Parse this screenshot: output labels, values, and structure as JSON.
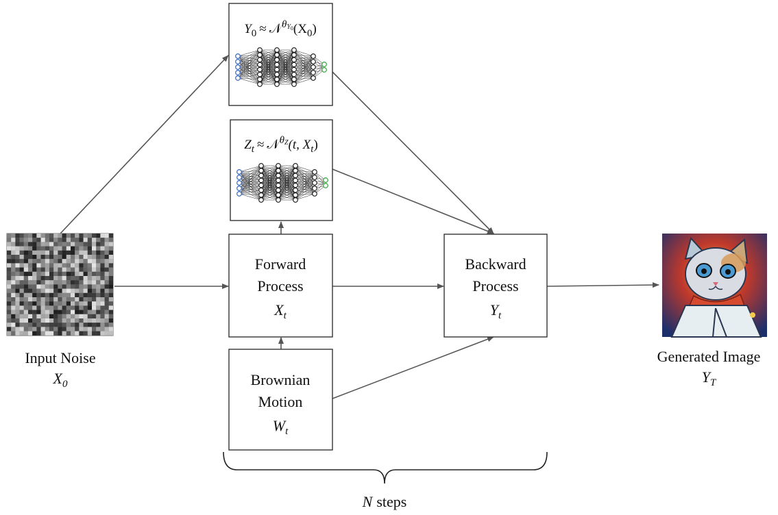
{
  "labels": {
    "input_noise": "Input Noise",
    "input_symbol": "X",
    "input_sub": "0",
    "forward_line1": "Forward",
    "forward_line2": "Process",
    "forward_symbol": "X",
    "forward_sub": "t",
    "backward_line1": "Backward",
    "backward_line2": "Process",
    "backward_symbol": "Y",
    "backward_sub": "t",
    "brownian_line1": "Brownian",
    "brownian_line2": "Motion",
    "brownian_symbol": "W",
    "brownian_sub": "t",
    "generated_image": "Generated Image",
    "generated_symbol": "Y",
    "generated_sub": "T",
    "steps_symbol": "N",
    "steps_text": "steps"
  },
  "nets": {
    "y0": {
      "lhs": "Y",
      "lhs_sub": "0",
      "approx": "≈",
      "script_n": "𝒩",
      "theta": "θ",
      "theta_sub": "Y",
      "theta_subsub": "0",
      "args": "(X",
      "args_sub": "0",
      "args_close": ")"
    },
    "zt": {
      "lhs": "Z",
      "lhs_sub": "t",
      "approx": "≈",
      "script_n": "𝒩",
      "theta": "θ",
      "theta_sub": "Z",
      "args": "(t, X",
      "args_sub": "t",
      "args_close": ")"
    }
  },
  "colors": {
    "box_border": "#333333",
    "arrow": "#555555",
    "nn_input_node": "#4472c4",
    "nn_output_node": "#3fae49",
    "text": "#111111"
  }
}
